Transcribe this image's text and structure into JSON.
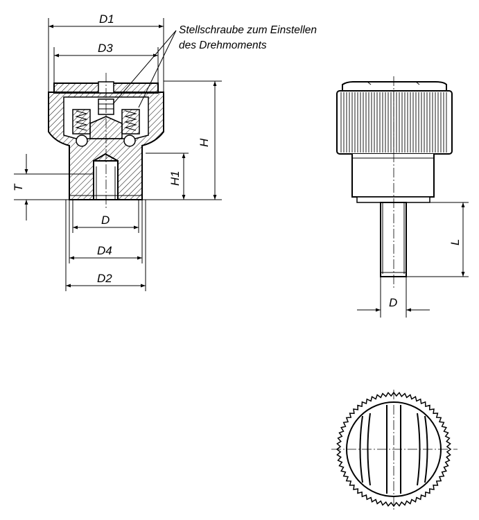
{
  "annotation": {
    "line1": "Stellschraube zum Einstellen",
    "line2": "des Drehmoments"
  },
  "dimensions": {
    "d1": "D1",
    "d3": "D3",
    "h": "H",
    "h1": "H1",
    "t": "T",
    "d_section": "D",
    "d4": "D4",
    "d2": "D2",
    "l": "L",
    "d_side": "D"
  },
  "colors": {
    "line": "#000000",
    "background": "#ffffff"
  }
}
